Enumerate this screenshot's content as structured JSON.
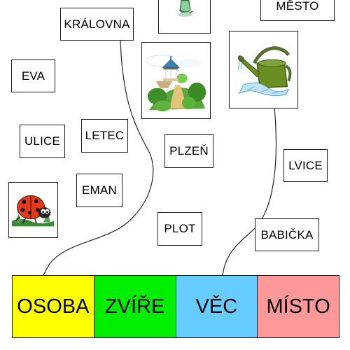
{
  "words": {
    "kralovna": "KRÁLOVNA",
    "mesto": "MĚSTO",
    "eva": "EVA",
    "ulice": "ULICE",
    "letec": "LETEC",
    "plzen": "PLZEŇ",
    "lvice": "LVICE",
    "eman": "EMAN",
    "plot": "PLOT",
    "babicka": "BABIČKA"
  },
  "pictures": {
    "top": "partial-figure-icon",
    "park": "park-gazebo-icon",
    "watering_can": "watering-can-icon",
    "ladybug": "ladybug-icon"
  },
  "categories": [
    {
      "label": "OSOBA",
      "color": "#ffff00"
    },
    {
      "label": "ZVÍŘE",
      "color": "#00ee00"
    },
    {
      "label": "VĚC",
      "color": "#66ccff"
    },
    {
      "label": "MÍSTO",
      "color": "#ff9999"
    }
  ]
}
